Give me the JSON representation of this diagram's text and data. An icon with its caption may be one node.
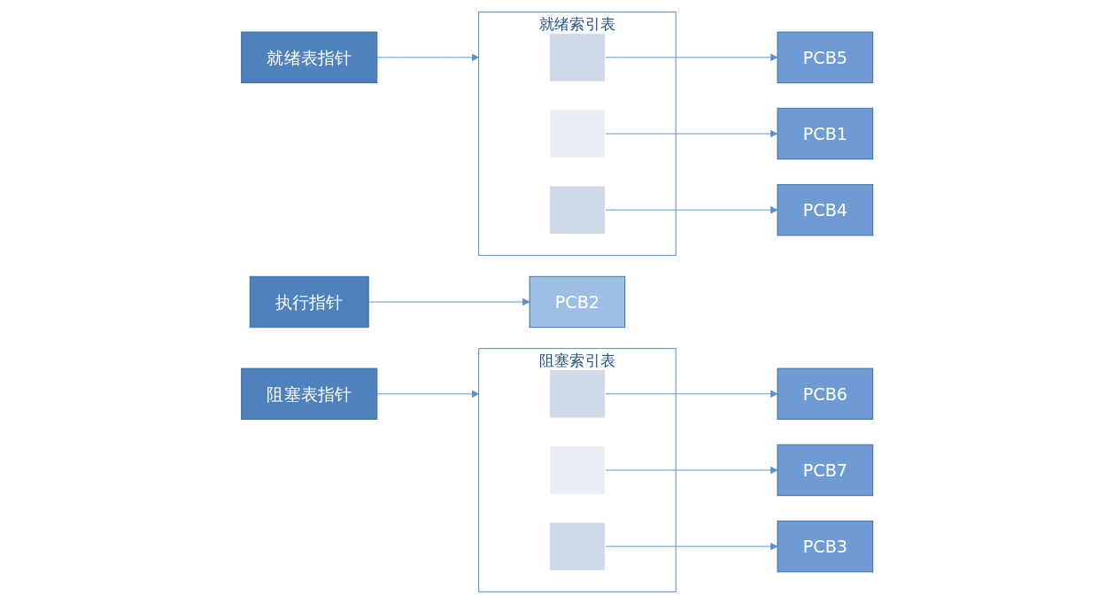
{
  "diagram": {
    "nodes": [
      {
        "text": [
          "执行指针"
        ]
      },
      {
        "text": [
          "PCB2"
        ]
      },
      {
        "text": [
          "就绪表指针"
        ]
      },
      {
        "text": [
          "就绪索引表"
        ]
      },
      {
        "text": [],
        "shape": "box",
        "in": 3
      },
      {
        "text": [],
        "shape": "box",
        "in": 3
      },
      {
        "text": [],
        "shape": "box",
        "in": 3
      },
      {
        "text": [
          "PCB5"
        ]
      },
      {
        "text": [
          "PCB1"
        ]
      },
      {
        "text": [
          "PCB4"
        ]
      },
      {
        "text": [
          "阻塞表指针"
        ]
      },
      {
        "text": [
          "阻塞索引表"
        ]
      },
      {
        "text": [],
        "shape": "box",
        "in": 11
      },
      {
        "text": [],
        "shape": "box",
        "in": 11
      },
      {
        "text": [],
        "shape": "box",
        "in": 11
      },
      {
        "text": [
          "PCB6"
        ]
      },
      {
        "text": [
          "PCB7"
        ]
      },
      {
        "text": [
          "PCB3"
        ]
      }
    ],
    "edges": [
      {
        "from": 0,
        "to": 1,
        "arrow": "to"
      },
      {
        "from": 2,
        "to": 3,
        "arrow": "to"
      },
      {
        "from": 4,
        "to": 7,
        "arrow": "to"
      },
      {
        "from": 5,
        "to": 8,
        "arrow": "to"
      },
      {
        "from": 6,
        "to": 9,
        "arrow": "to"
      },
      {
        "from": 10,
        "to": 11,
        "arrow": "to"
      },
      {
        "from": 12,
        "to": 15,
        "arrow": "to"
      },
      {
        "from": 13,
        "to": 16,
        "arrow": "to"
      },
      {
        "from": 14,
        "to": 17,
        "arrow": "to"
      }
    ]
  }
}
